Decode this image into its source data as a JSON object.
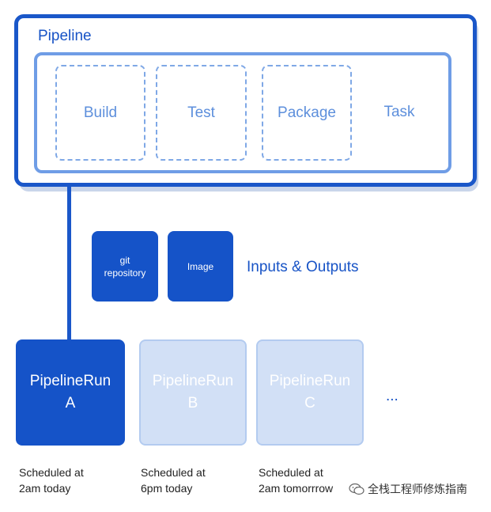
{
  "pipeline": {
    "title": "Pipeline"
  },
  "steps": [
    "Build",
    "Test",
    "Package"
  ],
  "task_label": "Task",
  "io": {
    "git_line1": "git",
    "git_line2": "repository",
    "image": "Image",
    "label": "Inputs & Outputs"
  },
  "runs": [
    {
      "name": "PipelineRun",
      "letter": "A",
      "schedule_line1": "Scheduled at",
      "schedule_line2": "2am today"
    },
    {
      "name": "PipelineRun",
      "letter": "B",
      "schedule_line1": "Scheduled at",
      "schedule_line2": "6pm today"
    },
    {
      "name": "PipelineRun",
      "letter": "C",
      "schedule_line1": "Scheduled at",
      "schedule_line2": "2am tomorrrow"
    }
  ],
  "more_runs": "...",
  "watermark": "全栈工程师修炼指南",
  "colors": {
    "primary": "#1553c8",
    "light": "#6f9de6",
    "faded": "#d2e0f6"
  }
}
